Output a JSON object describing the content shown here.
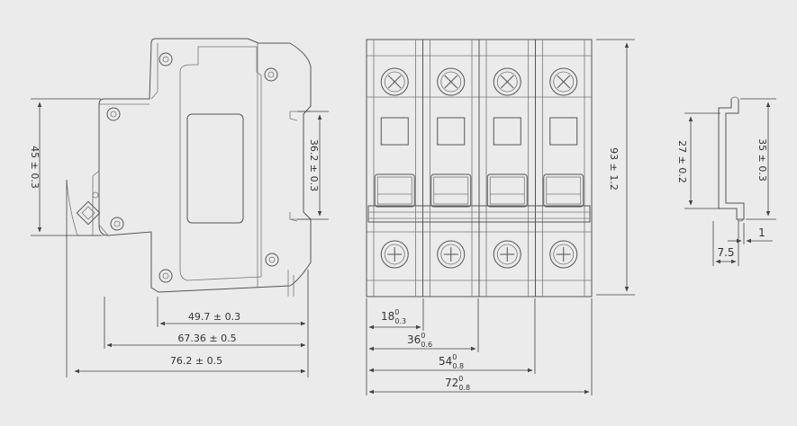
{
  "side_view": {
    "dims": {
      "height_45": "45 ± 0.3",
      "height_36_2": "36.2 ± 0.3",
      "width_49_7": "49.7 ± 0.3",
      "width_67_36": "67.36 ± 0.5",
      "width_76_2": "76.2 ± 0.5"
    }
  },
  "front_view": {
    "poles": 4,
    "dims": {
      "height_93": "93 ± 1.2",
      "w18": {
        "base": "18",
        "sup": "0",
        "sub": "0.3"
      },
      "w36": {
        "base": "36",
        "sup": "0",
        "sub": "0.6"
      },
      "w54": {
        "base": "54",
        "sup": "0",
        "sub": "0.8"
      },
      "w72": {
        "base": "72",
        "sup": "0",
        "sub": "0.8"
      }
    }
  },
  "rail_view": {
    "dims": {
      "h27": "27 ± 0.2",
      "h35": "35 ± 0.3",
      "w7_5": "7.5",
      "t1": "1"
    }
  }
}
